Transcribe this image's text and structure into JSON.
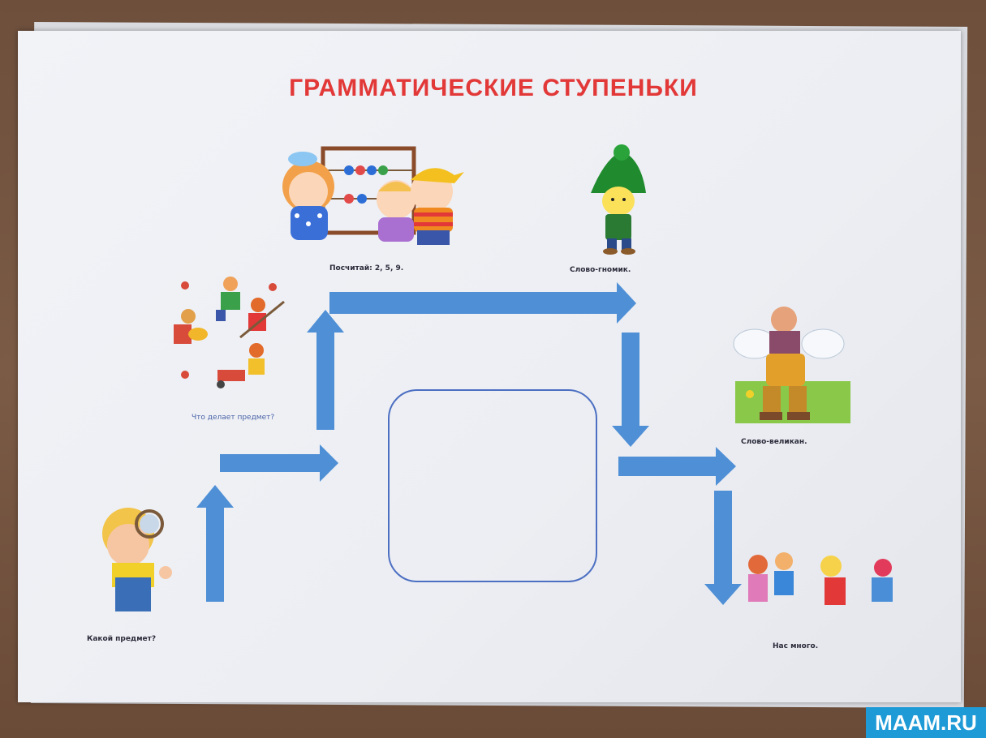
{
  "title": "ГРАММАТИЧЕСКИЕ СТУПЕНЬКИ",
  "captions": {
    "count": "Посчитай: 2, 5, 9.",
    "gnome": "Слово-гномик.",
    "action": "Что делает предмет?",
    "giant": "Слово-великан.",
    "object": "Какой предмет?",
    "many": "Нас много."
  },
  "watermark": "MAAM.RU",
  "colors": {
    "title": "#e23838",
    "arrow": "#4f8fd6",
    "frame": "#4c6fc2"
  }
}
